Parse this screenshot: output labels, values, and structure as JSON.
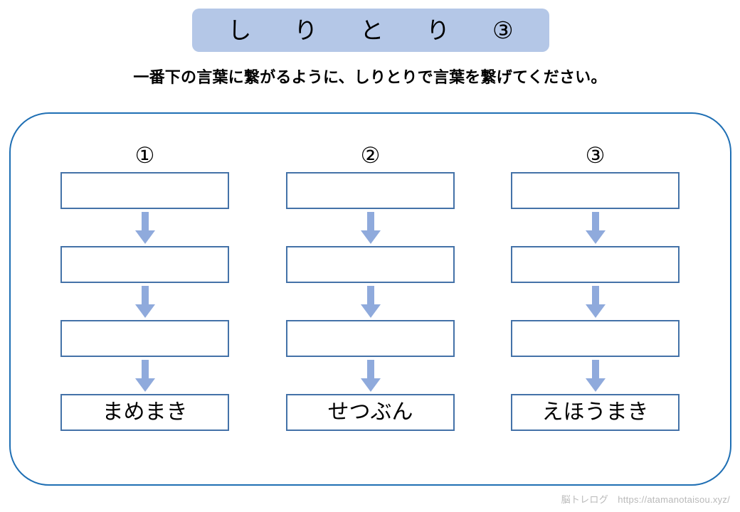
{
  "title": {
    "text": "し  り  と  り  ③"
  },
  "subtitle": {
    "text": "一番下の言葉に繋がるように、しりとりで言葉を繋げてください。"
  },
  "colors": {
    "banner_background": "#b4c7e7",
    "frame_border": "#1f6fb4",
    "box_border": "#4472a8",
    "arrow_fill": "#8faadc",
    "footer_text": "#b9b9b9"
  },
  "columns": [
    {
      "header": "①",
      "boxes": [
        {
          "value": "",
          "blank": true
        },
        {
          "value": "",
          "blank": true
        },
        {
          "value": "",
          "blank": true
        },
        {
          "value": "まめまき",
          "blank": false
        }
      ]
    },
    {
      "header": "②",
      "boxes": [
        {
          "value": "",
          "blank": true
        },
        {
          "value": "",
          "blank": true
        },
        {
          "value": "",
          "blank": true
        },
        {
          "value": "せつぶん",
          "blank": false
        }
      ]
    },
    {
      "header": "③",
      "boxes": [
        {
          "value": "",
          "blank": true
        },
        {
          "value": "",
          "blank": true
        },
        {
          "value": "",
          "blank": true
        },
        {
          "value": "えほうまき",
          "blank": false
        }
      ]
    }
  ],
  "footer": {
    "text": "脳トレログ　https://atamanotaisou.xyz/"
  }
}
